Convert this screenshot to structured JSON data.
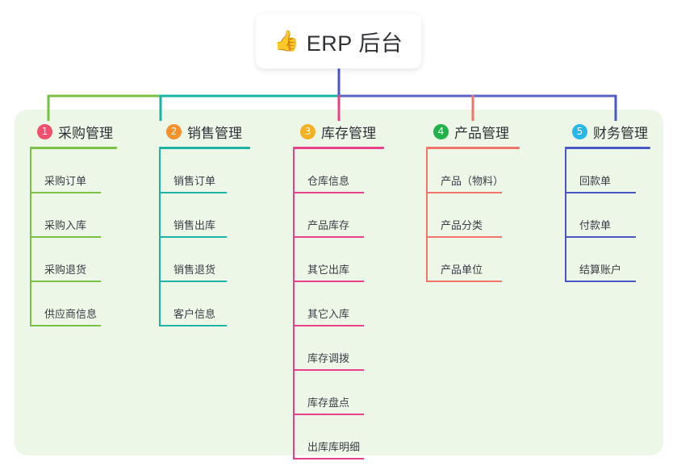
{
  "diagram": {
    "type": "org-chart",
    "root": {
      "icon": "thumbs-up-emoji",
      "emoji": "👍",
      "title": "ERP 后台"
    },
    "panel_background": "#edf7e8",
    "trunk_color": "#4a56c4",
    "branch_colors": [
      "#7ac143",
      "#1ab3a6",
      "#5c63c9",
      "#5c63c9",
      "#4a56c4"
    ],
    "columns": [
      {
        "index": "1",
        "badge_color": "#f0506e",
        "accent": "#7ac143",
        "title": "采购管理",
        "drop_color": "#7ac143",
        "items": [
          "采购订单",
          "采购入库",
          "采购退货",
          "供应商信息"
        ]
      },
      {
        "index": "2",
        "badge_color": "#f5902b",
        "accent": "#1ab3a6",
        "title": "销售管理",
        "drop_color": "#1ab3a6",
        "items": [
          "销售订单",
          "销售出库",
          "销售退货",
          "客户信息"
        ]
      },
      {
        "index": "3",
        "badge_color": "#f5b123",
        "accent": "#e8408a",
        "title": "库存管理",
        "drop_color": "#e8408a",
        "items": [
          "仓库信息",
          "产品库存",
          "其它出库",
          "其它入库",
          "库存调拨",
          "库存盘点",
          "出库库明细"
        ]
      },
      {
        "index": "4",
        "badge_color": "#21b24b",
        "accent": "#f2736a",
        "title": "产品管理",
        "drop_color": "#f2736a",
        "items": [
          "产品（物料）",
          "产品分类",
          "产品单位"
        ]
      },
      {
        "index": "5",
        "badge_color": "#29b6e8",
        "accent": "#4a56c4",
        "title": "财务管理",
        "drop_color": "#4a56c4",
        "items": [
          "回款单",
          "付款单",
          "结算账户"
        ]
      }
    ]
  }
}
